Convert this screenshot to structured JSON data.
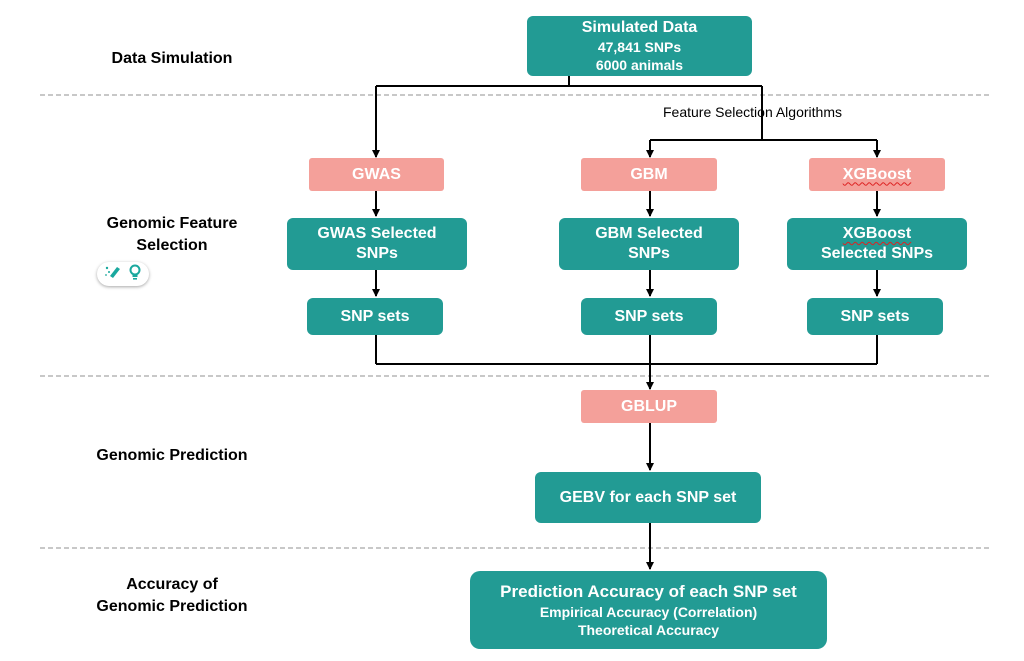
{
  "stages": {
    "data_simulation": "Data Simulation",
    "feature_selection_line1": "Genomic Feature",
    "feature_selection_line2": "Selection",
    "genomic_prediction": "Genomic Prediction",
    "accuracy_line1": "Accuracy of",
    "accuracy_line2": "Genomic Prediction"
  },
  "simulated": {
    "title": "Simulated Data",
    "snps": "47,841 SNPs",
    "animals": "6000 animals"
  },
  "feature_selection_algorithms": "Feature Selection Algorithms",
  "methods": {
    "gwas": "GWAS",
    "gbm": "GBM",
    "xgboost": "XGBoost"
  },
  "selected": {
    "gwas_line1": "GWAS Selected",
    "gwas_line2": "SNPs",
    "gbm_line1": "GBM Selected",
    "gbm_line2": "SNPs",
    "xgb_line1": "XGBoost",
    "xgb_line2": "Selected SNPs"
  },
  "snp_sets": "SNP sets",
  "gblup": "GBLUP",
  "gebv": "GEBV for each SNP set",
  "accuracy": {
    "title": "Prediction Accuracy of each SNP set",
    "empirical": "Empirical Accuracy (Correlation)",
    "theoretical": "Theoretical Accuracy"
  },
  "colors": {
    "teal": "#229b94",
    "pink": "#f4a09a",
    "divider": "#a6a6a6"
  },
  "icons": [
    "sparkle-pen-icon",
    "lightbulb-icon"
  ]
}
